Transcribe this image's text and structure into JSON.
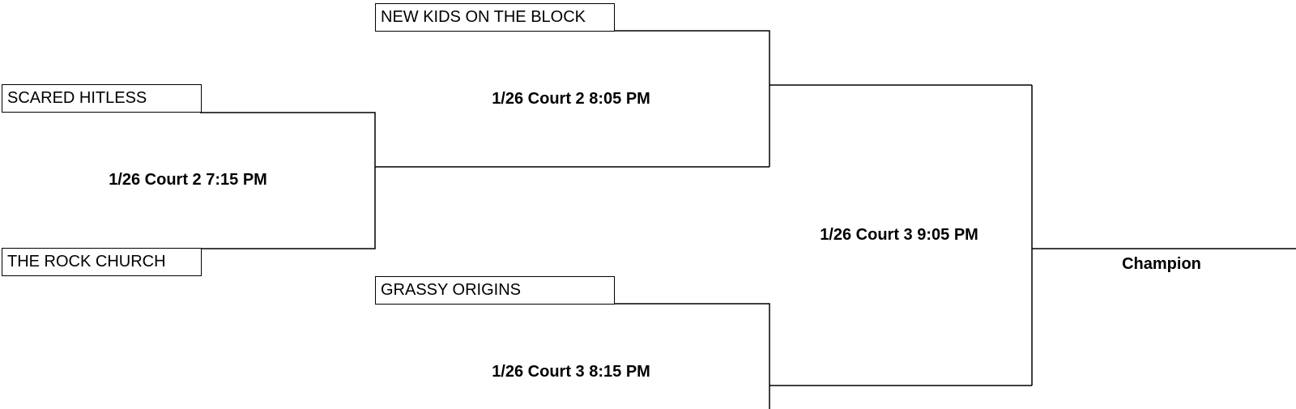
{
  "round1": {
    "team_top": "SCARED HITLESS",
    "team_bottom": "THE ROCK CHURCH",
    "game": "1/26 Court 2 7:15 PM"
  },
  "round2_top": {
    "team": "NEW KIDS ON THE BLOCK",
    "game": "1/26 Court 2 8:05 PM"
  },
  "round2_bottom": {
    "team": "GRASSY ORIGINS",
    "game": "1/26 Court 3 8:15 PM"
  },
  "final": {
    "game": "1/26 Court 3 9:05 PM"
  },
  "champion": {
    "label": "Champion"
  }
}
